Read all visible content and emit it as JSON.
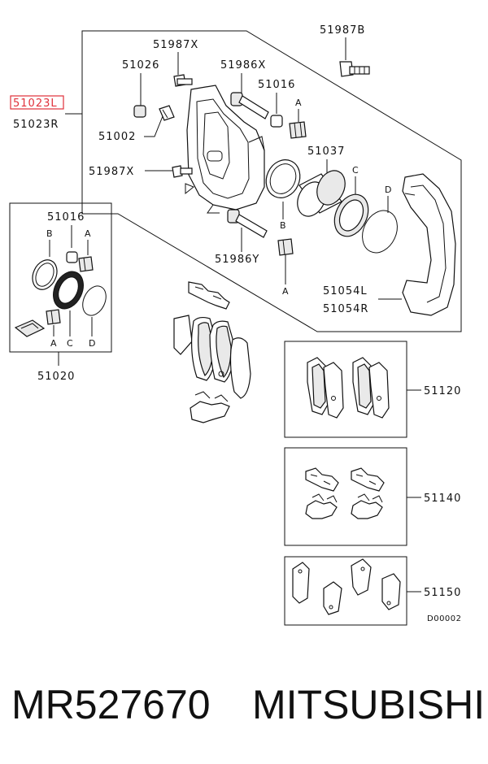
{
  "labels": {
    "p51987X_top": "51987X",
    "p51026": "51026",
    "p51986X": "51986X",
    "p51016": "51016",
    "p51002": "51002",
    "p51037": "51037",
    "p51987X_mid": "51987X",
    "p51986Y": "51986Y",
    "p51987B": "51987B",
    "p51023L": "51023L",
    "p51023R": "51023R",
    "p51054L": "51054L",
    "p51054R": "51054R",
    "kit_51016": "51016",
    "p51020": "51020",
    "p51120": "51120",
    "p51140": "51140",
    "p51150": "51150",
    "diagram_code": "D00002"
  },
  "letters": {
    "A": "A",
    "B": "B",
    "C": "C",
    "D": "D"
  },
  "caption": {
    "part_number": "MR527670",
    "brand": "MITSUBISHI"
  },
  "highlight_color": "#e0303a"
}
